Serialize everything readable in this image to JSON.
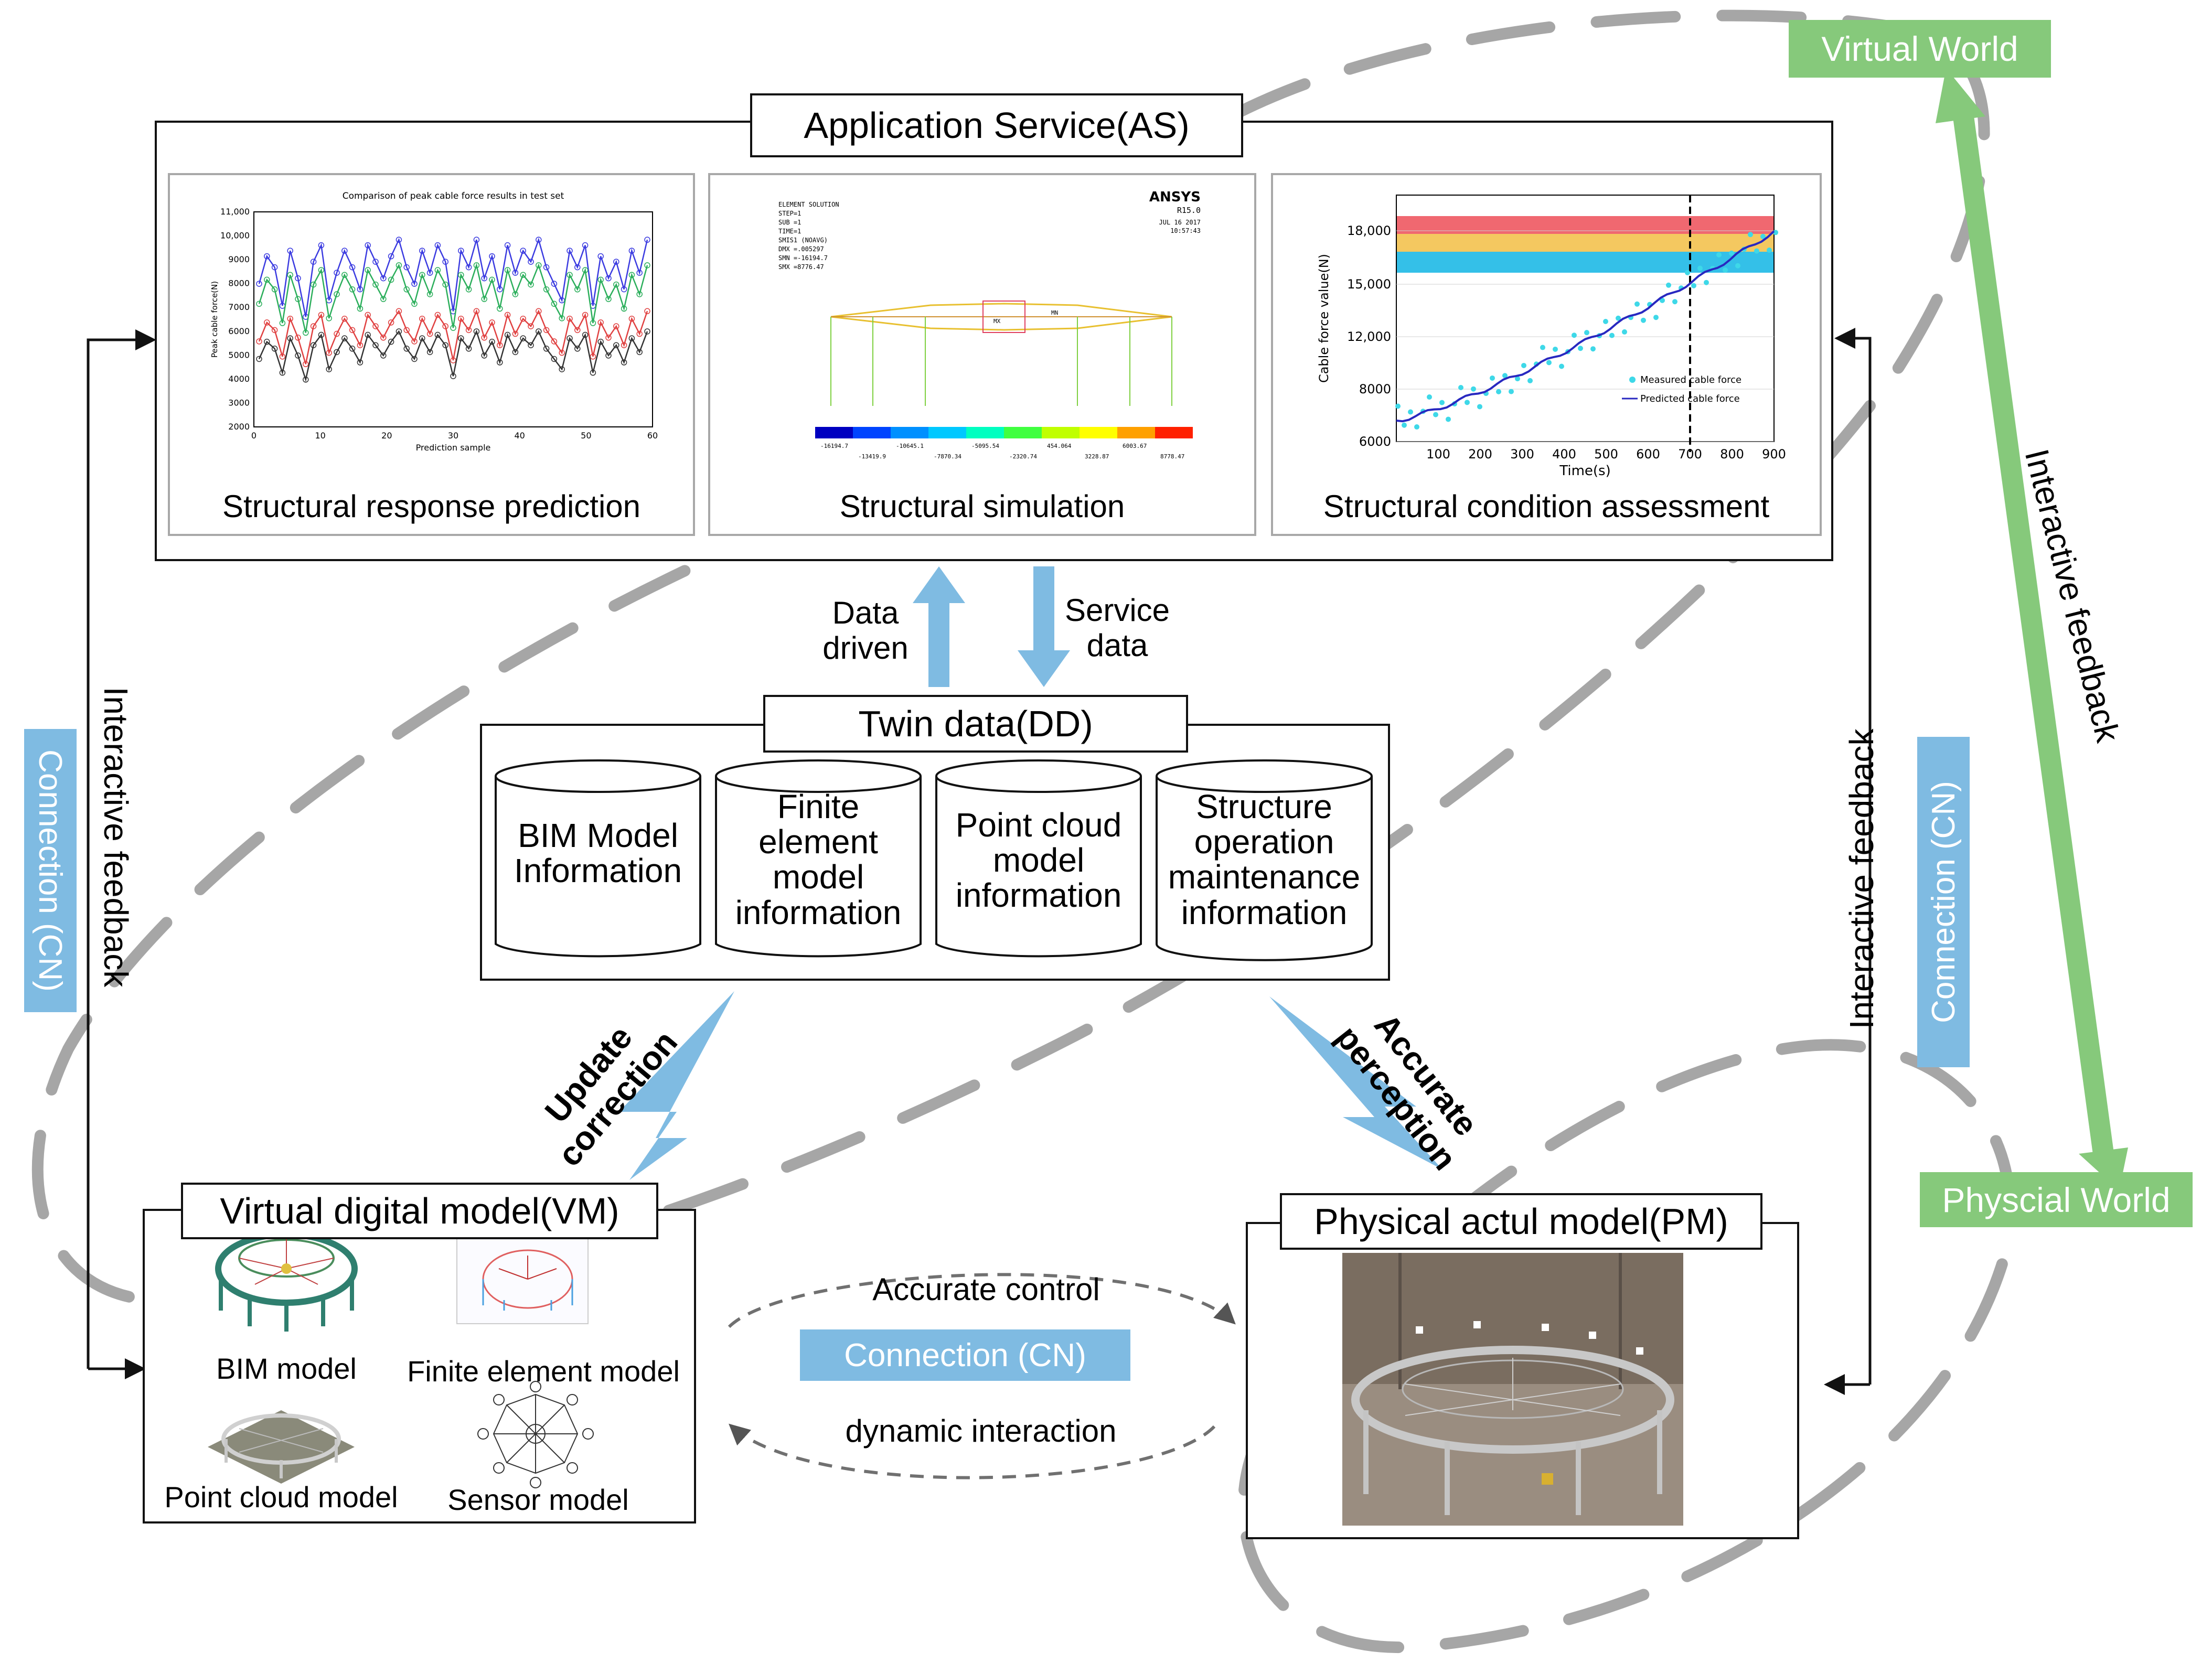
{
  "worlds": {
    "virtual": "Virtual World",
    "physical": "Physcial World",
    "right_feedback": "Interactive feedback"
  },
  "as": {
    "title": "Application Service(AS)",
    "panels": {
      "prediction": "Structural response prediction",
      "simulation": "Structural simulation",
      "assessment": "Structural condition assessment"
    }
  },
  "arrows": {
    "data_driven": "Data\ndriven",
    "service_data": "Service\ndata",
    "update": "Update\ncorrection",
    "perception": "Accurate\nperception"
  },
  "dd": {
    "title": "Twin data(DD)",
    "cylinders": [
      "BIM Model Information",
      "Finite element model information",
      "Point cloud model information",
      "Structure operation maintenance information"
    ]
  },
  "connection": "Connection (CN)",
  "left_feedback": "Interactive feedback",
  "right_inner_feedback": "Interactive feedback",
  "vm": {
    "title": "Virtual digital model(VM)",
    "items": [
      "BIM model",
      "Finite element model",
      "Point cloud model",
      "Sensor model"
    ]
  },
  "pm": {
    "title": "Physical actul model(PM)"
  },
  "middle": {
    "top": "Accurate control",
    "bottom": "dynamic interaction"
  },
  "chart1": {
    "title": "Comparison of peak cable force results in test set",
    "xlabel": "Prediction sample",
    "ylabel": "Peak cable force(N)",
    "yticks": [
      "11,000",
      "10,000",
      "9000",
      "8000",
      "7000",
      "6000",
      "5000",
      "4000",
      "3000",
      "2000"
    ],
    "xticks": [
      "0",
      "10",
      "20",
      "30",
      "40",
      "50",
      "60"
    ]
  },
  "ansys": {
    "brand": "ANSYS",
    "version": "R15.0",
    "date": "JUL 16 2017",
    "time": "10:57:43",
    "info": [
      "ELEMENT SOLUTION",
      "STEP=1",
      "SUB =1",
      "TIME=1",
      "SMIS1     (NOAVG)",
      "DMX =.005297",
      "SMN =-16194.7",
      "SMX =8776.47"
    ],
    "mx": "MX",
    "mn": "MN",
    "legend_top": [
      "-16194.7",
      "-10645.1",
      "-5095.54",
      "454.064",
      "6003.67"
    ],
    "legend_bottom": [
      "-13419.9",
      "-7870.34",
      "-2320.74",
      "3228.87",
      "8778.47"
    ],
    "colors": [
      "#0000c0",
      "#0044ff",
      "#0090ff",
      "#00c8ff",
      "#00ffc0",
      "#40ff40",
      "#c0ff00",
      "#ffff00",
      "#ffa000",
      "#ff2000"
    ]
  },
  "chart3": {
    "type": "scatter",
    "xlabel": "Time(s)",
    "ylabel": "Cable force value(N)",
    "yticks": [
      "18,000",
      "15,000",
      "12,000",
      "8000",
      "6000"
    ],
    "xticks": [
      "100",
      "200",
      "300",
      "400",
      "500",
      "600",
      "700",
      "800",
      "900"
    ],
    "xlim": [
      0,
      900
    ],
    "legend": [
      "Measured cable force",
      "Predicted cable force"
    ]
  }
}
